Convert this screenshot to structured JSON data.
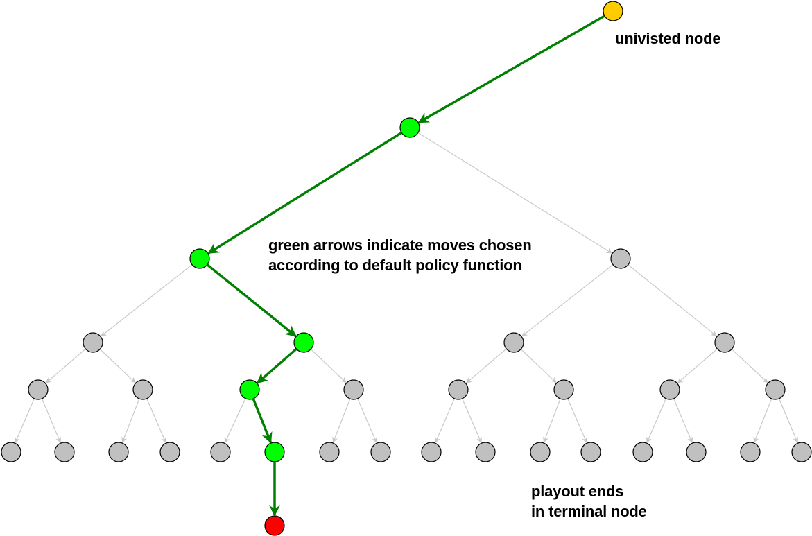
{
  "colors": {
    "unvisited": "#ffcc00",
    "chosen": "#00ff00",
    "default": "#c0c0c0",
    "terminal": "#ff0000",
    "chosen_edge": "#008000",
    "default_edge": "#c8c8c8",
    "node_stroke": "#000000"
  },
  "labels": {
    "unvisited": "univisted node",
    "arrows_line1": "green arrows indicate moves chosen",
    "arrows_line2": "according to default policy function",
    "playout_line1": "playout ends",
    "playout_line2": "in terminal node"
  },
  "tree": {
    "root_state": "unvisited",
    "chosen_path": [
      0,
      1,
      0,
      1
    ],
    "depth_below_first": 4,
    "terminal_after_path": true
  }
}
